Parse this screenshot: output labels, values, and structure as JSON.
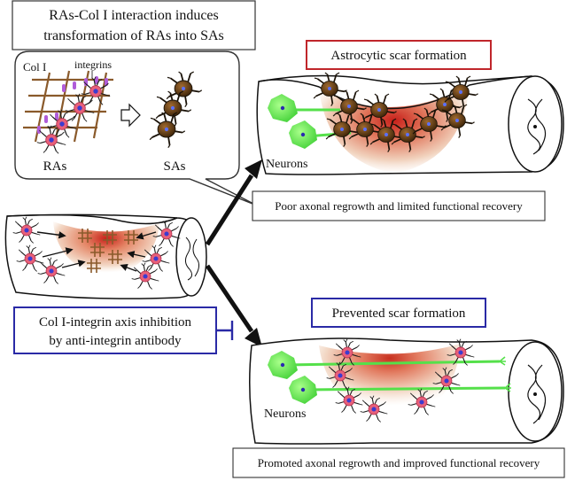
{
  "title_box": {
    "line1": "RAs-Col I interaction induces",
    "line2": "transformation of RAs into SAs"
  },
  "inset": {
    "col_label": "Col I",
    "integrin_label": "integrins",
    "ras_label": "RAs",
    "sas_label": "SAs"
  },
  "top_panel": {
    "title": "Astrocytic scar formation",
    "neurons_label": "Neurons",
    "outcome": "Poor axonal regrowth and limited functional recovery"
  },
  "inhibition_box": {
    "line1": "Col I-integrin axis inhibition",
    "line2": "by anti-integrin antibody"
  },
  "bottom_panel": {
    "title": "Prevented scar formation",
    "neurons_label": "Neurons",
    "outcome": "Promoted axonal regrowth and improved functional recovery"
  },
  "colors": {
    "scar_red": "#c8201a",
    "scar_tan": "#f1d2bd",
    "neuron_green": "#55e04a",
    "reactive_astrocyte": "#e8607a",
    "scar_astrocyte": "#6b4218",
    "collagen": "#8a5a2b",
    "integrin": "#b05cd9",
    "red_frame": "#c0262b",
    "blue_frame": "#2a2aa6"
  }
}
